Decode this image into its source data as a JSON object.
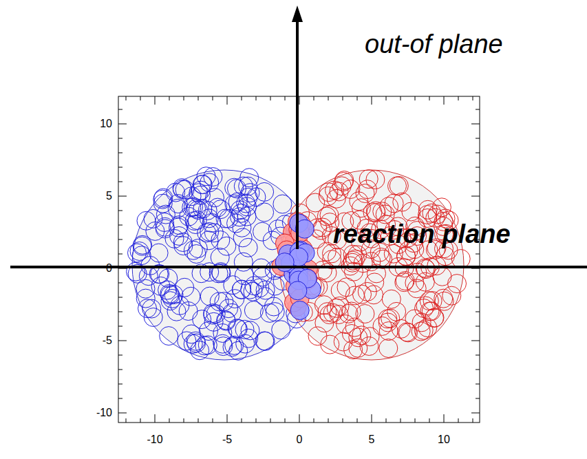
{
  "diagram": {
    "labels": [
      "out-of plane",
      "reaction plane",
      "10",
      "5",
      "0",
      "-5",
      "-10",
      "-10",
      "-5",
      "0",
      "5",
      "10"
    ]
  }
}
